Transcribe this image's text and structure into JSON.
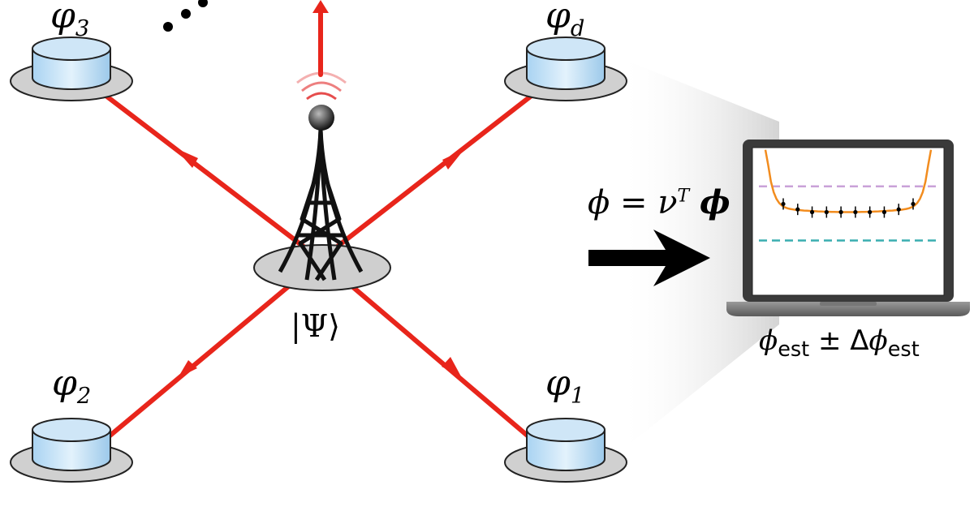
{
  "nodes": [
    {
      "id": "phi3",
      "symbol": "φ",
      "sub": "3"
    },
    {
      "id": "phid",
      "symbol": "φ",
      "sub": "d"
    },
    {
      "id": "phi2",
      "symbol": "φ",
      "sub": "2"
    },
    {
      "id": "phi1",
      "symbol": "φ",
      "sub": "1"
    }
  ],
  "source_state": "|Ψ⟩",
  "equation": {
    "lhs": "ϕ = ν",
    "sup": "T",
    "rhs": "ϕ"
  },
  "estimate": {
    "phi": "ϕ",
    "sub1": "est",
    "pm": " ± Δ",
    "phi2": "ϕ",
    "sub2": "est"
  },
  "colors": {
    "link": "#e8251b",
    "disk_top": "#cfe6f7",
    "base_plate": "#d0d0d0",
    "fit_curve": "#f28c1e",
    "upper_dash": "#c9a2d8",
    "lower_dash": "#3aaeb0",
    "signal": "#e33a3a"
  },
  "inset_plot": {
    "points_y": [
      0.62,
      0.58,
      0.56,
      0.56,
      0.56,
      0.56,
      0.56,
      0.56,
      0.58,
      0.62
    ],
    "upper_reference": 0.75,
    "lower_reference": 0.35
  }
}
